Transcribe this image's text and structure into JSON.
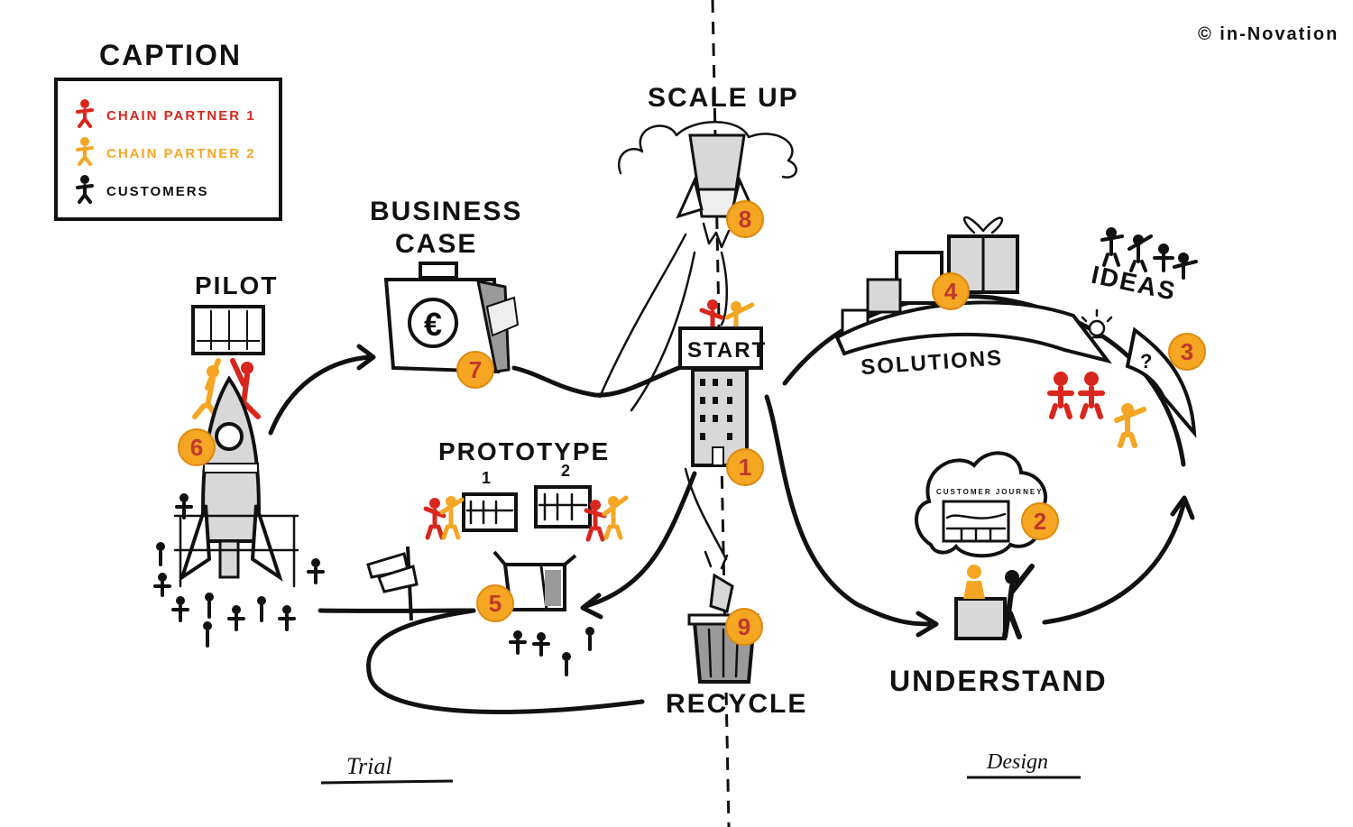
{
  "copyright": "© in-Novation",
  "caption": {
    "title": "CAPTION",
    "entries": [
      {
        "label": "CHAIN PARTNER 1",
        "color": "#d9261c"
      },
      {
        "label": "CHAIN PARTNER 2",
        "color": "#f5a623"
      },
      {
        "label": "CUSTOMERS",
        "color": "#111111"
      }
    ]
  },
  "stages": {
    "scale_up": "SCALE UP",
    "business_case": [
      "BUSINESS",
      "CASE"
    ],
    "pilot": "PILOT",
    "prototype": "PROTOTYPE",
    "prototype_labels": [
      "1",
      "2"
    ],
    "start": "START",
    "solutions": "SOLUTIONS",
    "ideas": "IDEAS",
    "customer_journey": "CUSTOMER JOURNEY",
    "understand": "UNDERSTAND",
    "recycle": "RECYCLE",
    "question_mark": "?",
    "euro": "€"
  },
  "phases": {
    "left": "Trial",
    "right": "Design"
  },
  "steps": [
    "1",
    "2",
    "3",
    "4",
    "5",
    "6",
    "7",
    "8",
    "9"
  ],
  "colors": {
    "partner1": "#d9261c",
    "partner2": "#f5a623",
    "customer": "#111111",
    "badge": "#f5a623",
    "badge_text": "#c0392b"
  }
}
